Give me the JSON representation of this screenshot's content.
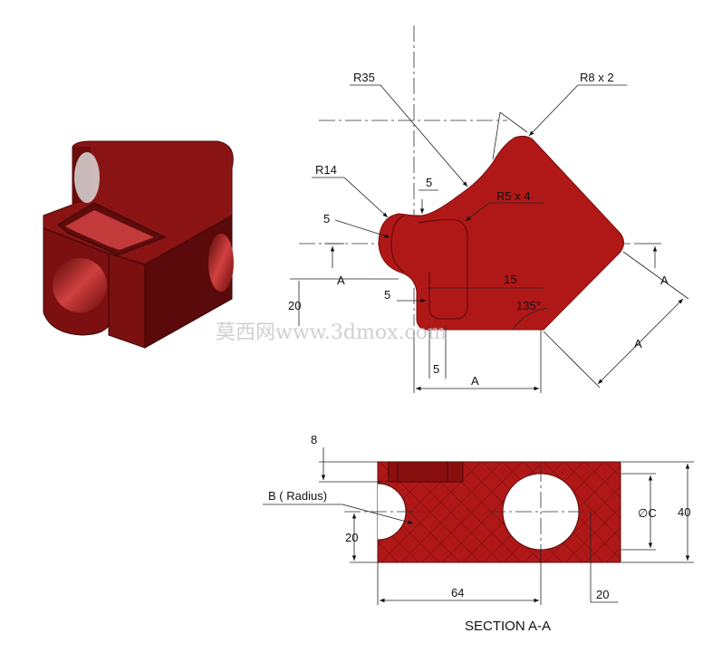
{
  "labels": {
    "r35": "R35",
    "r8x2": "R8 x 2",
    "r14": "R14",
    "r5x4": "R5 x 4",
    "d5_top": "5",
    "d5_left": "5",
    "d5_mid": "5",
    "d5_bottom": "5",
    "d15": "15",
    "d20_left": "20",
    "angle": "135°",
    "section_a_left": "A",
    "section_a_right": "A",
    "dim_a_bottom": "A",
    "dim_a_diag": "A",
    "d8": "8",
    "b_radius": "B ( Radius)",
    "d20_sec": "20",
    "d64": "64",
    "d20_right": "20",
    "dia_c": "∅C",
    "d40": "40",
    "section_title": "SECTION A-A"
  },
  "watermark": "莫西网www.3dmox.com",
  "colors": {
    "part": "#b01818",
    "part_dark": "#6e1010",
    "part_mid": "#8e1414",
    "part_light": "#c43030"
  }
}
